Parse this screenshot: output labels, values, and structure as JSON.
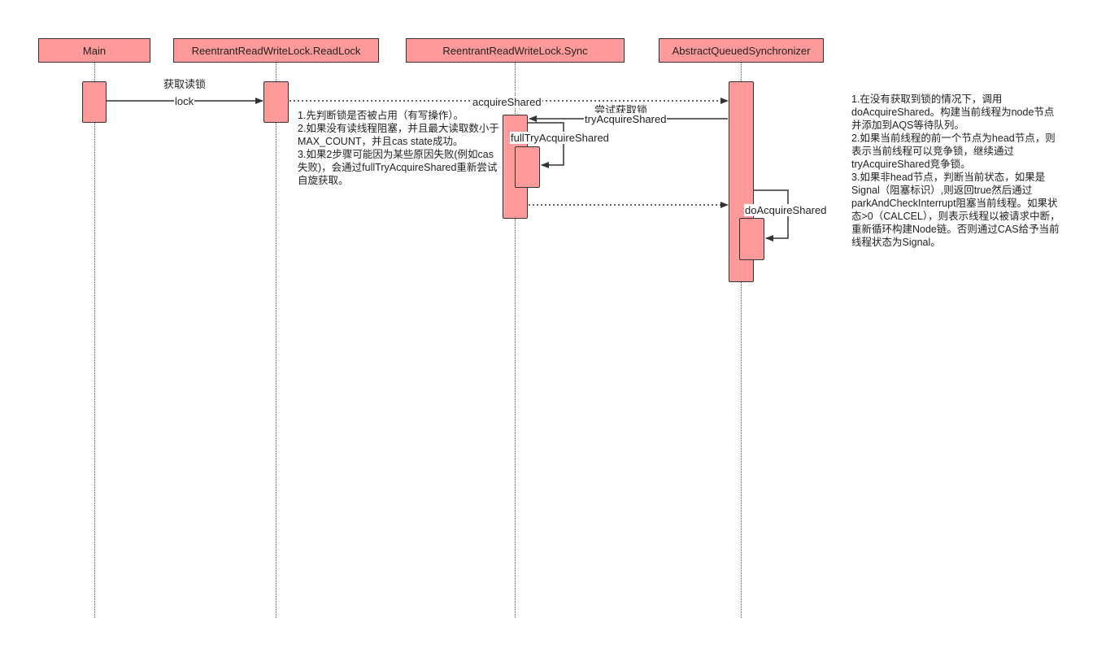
{
  "participants": {
    "main": "Main",
    "readlock": "ReentrantReadWriteLock.ReadLock",
    "sync": "ReentrantReadWriteLock.Sync",
    "aqs": "AbstractQueuedSynchronizer"
  },
  "messages": {
    "acquire_read_lock": "获取读锁",
    "lock": "lock",
    "acquire_shared": "acquireShared",
    "try_acquire_lock": "尝试获取锁",
    "try_acquire_shared": "tryAcquireShared",
    "full_try_acquire_shared": "fullTryAcquireShared",
    "do_acquire_shared": "doAcquireShared"
  },
  "notes": {
    "sync_note": "1.先判断锁是否被占用（有写操作）。\n2.如果没有读线程阻塞，并且最大读取数小于MAX_COUNT，并且cas state成功。\n3.如果2步骤可能因为某些原因失败(例如cas失败)，会通过fullTryAcquireShared重新尝试自旋获取。",
    "aqs_note": "1.在没有获取到锁的情况下，调用doAcquireShared。构建当前线程为node节点并添加到AQS等待队列。\n2.如果当前线程的前一个节点为head节点，则表示当前线程可以竞争锁，继续通过tryAcquireShared竞争锁。\n3.如果非head节点，判断当前状态，如果是Signal（阻塞标识）,则返回true然后通过parkAndCheckInterrupt阻塞当前线程。如果状态>0（CALCEL），则表示线程以被请求中断，重新循环构建Node链。否则通过CAS给予当前线程状态为Signal。"
  },
  "colors": {
    "box_fill": "#ff9a9a",
    "stroke": "#333333"
  }
}
